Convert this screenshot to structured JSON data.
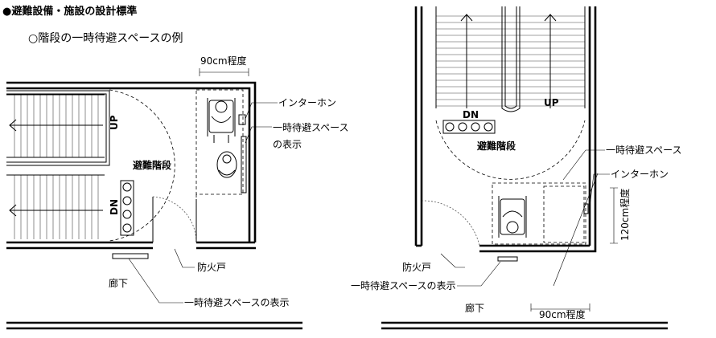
{
  "title": "●避難設備・施設の設計標準",
  "subtitle": "○階段の一時待避スペースの例",
  "left": {
    "width_label": "90cm程度",
    "intercom": "インターホン",
    "display_line1": "一時待避スペース",
    "display_line2": "の表示",
    "up": "UP",
    "dn": "DN",
    "stair_name": "避難階段",
    "fire_door": "防火戸",
    "corridor": "廊下",
    "space_display": "一時待避スペースの表示"
  },
  "right": {
    "dn": "DN",
    "up": "UP",
    "stair_name": "避難階段",
    "temp_space": "一時待避スペース",
    "intercom": "インターホン",
    "depth_label": "120cm程度",
    "fire_door": "防火戸",
    "space_display": "一時待避スペースの表示",
    "corridor": "廊下",
    "width_label": "90cm程度"
  },
  "icons": [
    "wheelchair-user-icon",
    "arrow-icon",
    "light-indicator-icon"
  ]
}
